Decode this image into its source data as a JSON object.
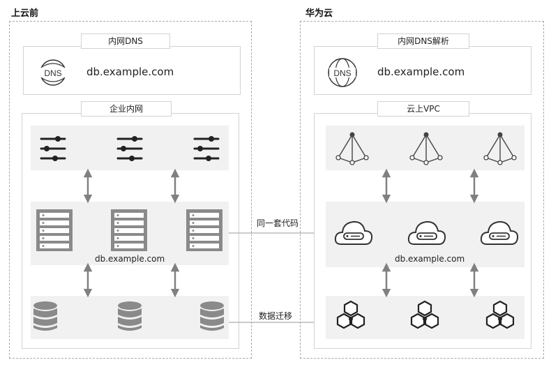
{
  "left": {
    "title": "上云前",
    "dns_tag": "内网DNS",
    "dns_domain": "db.example.com",
    "net_tag": "企业内网",
    "server_domain": "db.example.com"
  },
  "right": {
    "title": "华为云",
    "dns_tag": "内网DNS解析",
    "dns_domain": "db.example.com",
    "net_tag": "云上VPC",
    "server_domain": "db.example.com"
  },
  "links": {
    "code": "同一套代码",
    "data": "数据迁移"
  },
  "icons": {
    "dns": "DNS",
    "left_row1": "sliders-icon",
    "left_row2": "server-rack-icon",
    "left_row3": "database-icon",
    "right_row1": "load-balancer-icon",
    "right_row2": "cloud-server-icon",
    "right_row3": "hexagon-db-icon"
  },
  "colors": {
    "line": "#333333",
    "arrow": "#808080",
    "band": "#f1f1f1",
    "server_gray": "#888888"
  }
}
